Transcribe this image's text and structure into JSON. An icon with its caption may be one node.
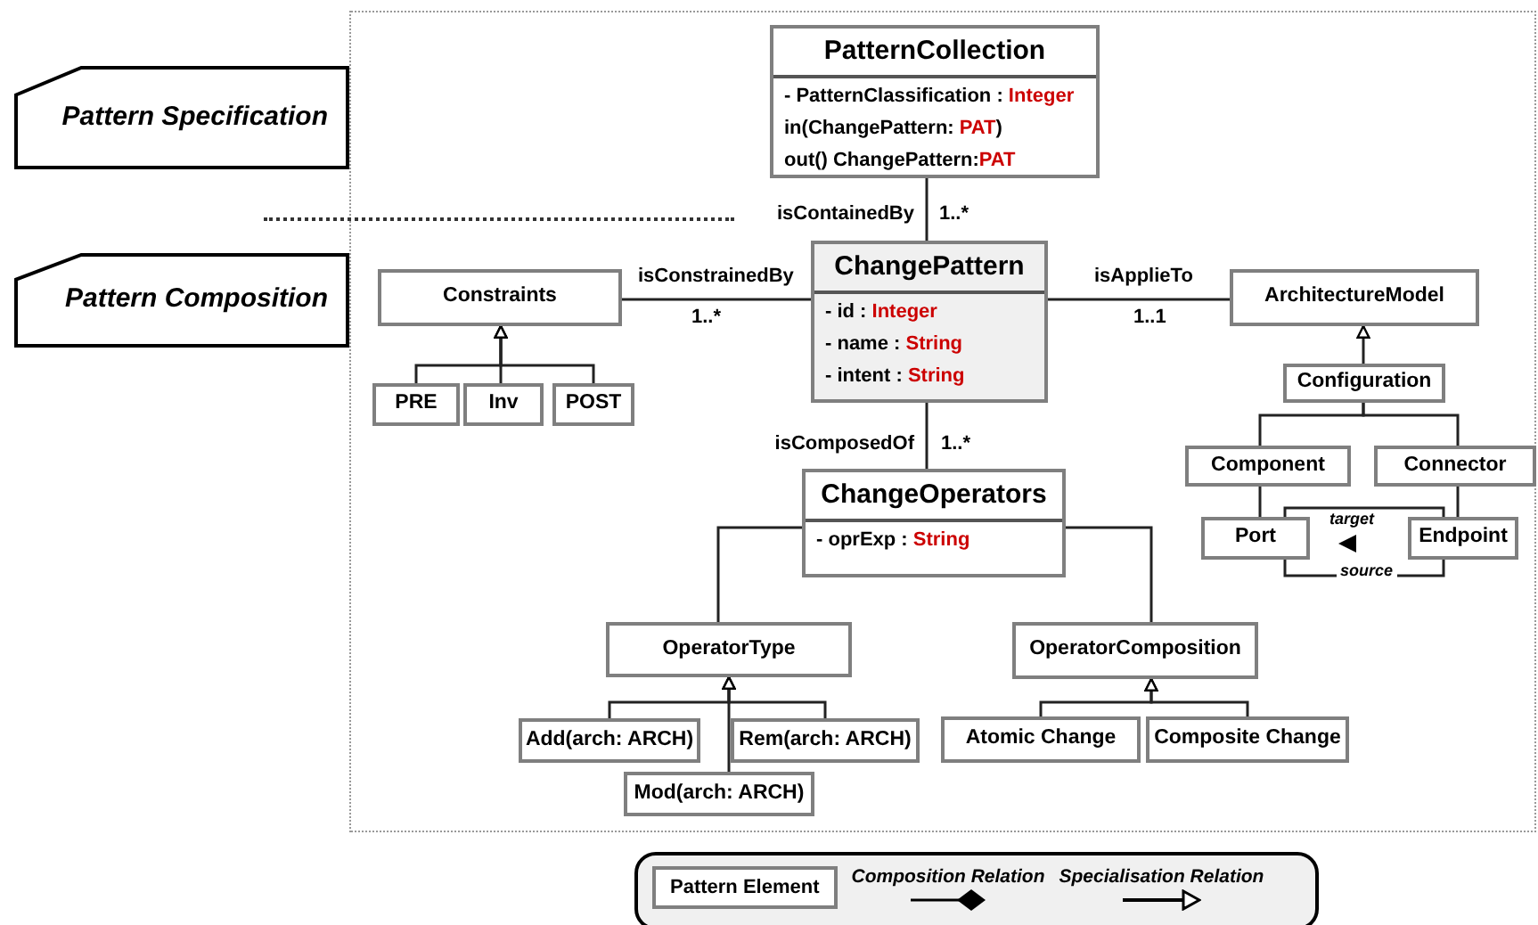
{
  "diagram": {
    "nodes": [
      {
        "text": [
          "Pattern Specification"
        ]
      },
      {
        "text": [
          "Pattern Composition"
        ]
      },
      {
        "text": [
          "PatternCollection",
          "- PatternClassification : **Integer**",
          "in(ChangePattern: **PAT**)",
          "out() ChangePattern:**PAT**"
        ]
      },
      {
        "text": [
          "ChangePattern",
          "- id : **Integer**",
          "- name : **String**",
          "- intent : **String**"
        ]
      },
      {
        "text": [
          "Constraints"
        ]
      },
      {
        "text": [
          "PRE"
        ]
      },
      {
        "text": [
          "Inv"
        ]
      },
      {
        "text": [
          "POST"
        ]
      },
      {
        "text": [
          "ArchitectureModel"
        ]
      },
      {
        "text": [
          "Configuration"
        ]
      },
      {
        "text": [
          "Component"
        ]
      },
      {
        "text": [
          "Connector"
        ]
      },
      {
        "text": [
          "Port"
        ]
      },
      {
        "text": [
          "Endpoint"
        ]
      },
      {
        "text": [
          "ChangeOperators",
          "- oprExp : **String**"
        ]
      },
      {
        "text": [
          "OperatorType"
        ]
      },
      {
        "text": [
          "OperatorComposition"
        ]
      },
      {
        "text": [
          "Add(arch: ARCH)"
        ]
      },
      {
        "text": [
          "Rem(arch: ARCH)"
        ]
      },
      {
        "text": [
          "Mod(arch: ARCH)"
        ]
      },
      {
        "text": [
          "Atomic Change"
        ]
      },
      {
        "text": [
          "Composite Change"
        ]
      }
    ],
    "edges": [
      {
        "from": 2,
        "to": 3,
        "arrow": "other",
        "label": "isContainedBy"
      },
      {
        "from": 3,
        "to": 4,
        "arrow": "other",
        "label": "isConstrainedBy"
      },
      {
        "from": 3,
        "to": 8,
        "arrow": "other",
        "label": "isApplieTo"
      },
      {
        "from": 3,
        "to": 14,
        "arrow": "other",
        "label": "isComposedOf"
      },
      {
        "from": 5,
        "to": 4,
        "arrow": "to"
      },
      {
        "from": 6,
        "to": 4,
        "arrow": "to"
      },
      {
        "from": 7,
        "to": 4,
        "arrow": "to"
      },
      {
        "from": 9,
        "to": 8,
        "arrow": "to"
      },
      {
        "from": 9,
        "to": 10,
        "arrow": "other"
      },
      {
        "from": 9,
        "to": 11,
        "arrow": "other"
      },
      {
        "from": 10,
        "to": 12,
        "arrow": "other"
      },
      {
        "from": 11,
        "to": 13,
        "arrow": "other"
      },
      {
        "from": 13,
        "to": 12,
        "arrow": "none",
        "label": "target"
      },
      {
        "from": 13,
        "to": 12,
        "arrow": "none",
        "label": "source"
      },
      {
        "from": 14,
        "to": 15,
        "arrow": "other"
      },
      {
        "from": 14,
        "to": 16,
        "arrow": "other"
      },
      {
        "from": 17,
        "to": 15,
        "arrow": "to"
      },
      {
        "from": 19,
        "to": 15,
        "arrow": "to"
      },
      {
        "from": 18,
        "to": 15,
        "arrow": "to"
      },
      {
        "from": 20,
        "to": 16,
        "arrow": "to"
      },
      {
        "from": 21,
        "to": 16,
        "arrow": "to"
      }
    ],
    "labels": [
      "1..*",
      "1..*",
      "1..1",
      "1..*"
    ],
    "legend": [
      {
        "text": "Pattern Element"
      },
      {
        "text": "Composition Relation"
      },
      {
        "text": "Specialisation Relation"
      }
    ]
  }
}
